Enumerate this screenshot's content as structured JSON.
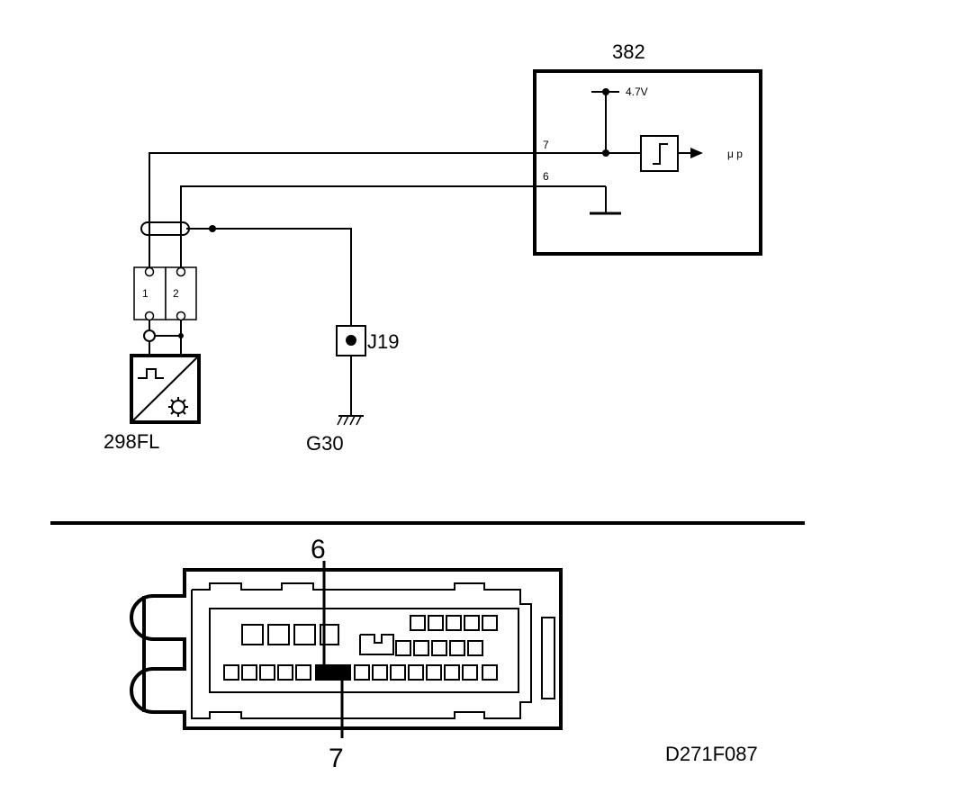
{
  "ecu": {
    "id": "382",
    "voltage": "4.7V",
    "pin7": "7",
    "pin6": "6",
    "output": "μ p"
  },
  "connector": {
    "pin1": "1",
    "pin2": "2"
  },
  "sensor": {
    "id": "298FL"
  },
  "junction": {
    "id": "J19"
  },
  "ground": {
    "id": "G30"
  },
  "connector_view": {
    "pin_top": "6",
    "pin_bottom": "7"
  },
  "figure_code": "D271F087"
}
